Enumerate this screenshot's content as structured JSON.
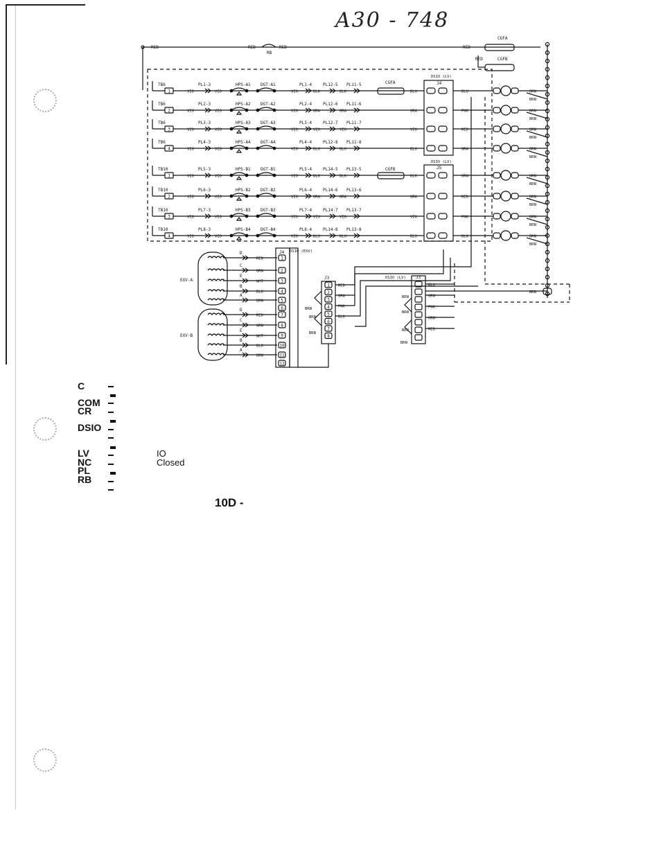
{
  "doc": {
    "handwritten_ref": "A30 - 748",
    "caption_prefix": "10D -"
  },
  "diagram": {
    "top_labels": {
      "cgfa": "CGFA",
      "cgfb": "CGFB",
      "rb": "RB",
      "red_left": "RED",
      "red_mid1": "RED",
      "red_mid2": "RED",
      "red_right": "RED"
    },
    "dsio_lv_label": "DSIO (LV)",
    "dsio_lv_label2": "DSIO (LV)",
    "dsio_exv_label": "DSIO (EXV)",
    "dsio_lv_label3": "DSIO (LV)",
    "j4": "J4",
    "j5": "J5",
    "j3": "J3",
    "j3b": "J3",
    "j4b": "J4",
    "cgfa_inline": "CGFA",
    "cgfb_inline": "CGFB",
    "rows": [
      {
        "tb": "TB6",
        "n": "1",
        "pl_a": "PL1-3",
        "hps": "HPS-A1",
        "dgt": "DGT-A1",
        "pl_b": "PL1-4",
        "pl_c": "PL12-5",
        "pl_d": "PL11-5",
        "w1": "VIO",
        "w2": "VIO",
        "w3": "BLK",
        "w4": "BLK",
        "right": "BLU",
        "out": "BLU"
      },
      {
        "tb": "TB6",
        "n": "2",
        "pl_a": "PL2-3",
        "hps": "HPS-A2",
        "dgt": "DGT-A2",
        "pl_b": "PL2-4",
        "pl_c": "PL12-6",
        "pl_d": "PL11-6",
        "w1": "VIO",
        "w2": "VIO",
        "w3": "GRA",
        "w4": "GRA",
        "right": "GRA",
        "out": "PNK"
      },
      {
        "tb": "TB6",
        "n": "3",
        "pl_a": "PL3-3",
        "hps": "HPS-A3",
        "dgt": "DGT-A3",
        "pl_b": "PL3-4",
        "pl_c": "PL12-7",
        "pl_d": "PL11-7",
        "w1": "VIO",
        "w2": "VIO",
        "w3": "VIO",
        "w4": "VIO",
        "right": "VIO",
        "out": "RED"
      },
      {
        "tb": "TB6",
        "n": "4",
        "pl_a": "PL4-3",
        "hps": "HPS-A4",
        "dgt": "DGT-A4",
        "pl_b": "PL4-4",
        "pl_c": "PL12-8",
        "pl_d": "PL11-8",
        "w1": "VIO",
        "w2": "VIO",
        "w3": "BLU",
        "w4": "BLU",
        "right": "BLU",
        "out": "GRA"
      },
      {
        "tb": "TB10",
        "n": "1",
        "pl_a": "PL5-3",
        "hps": "HPS-B1",
        "dgt": "DGT-B1",
        "pl_b": "PL5-4",
        "pl_c": "PL14-5",
        "pl_d": "PL13-5",
        "w1": "VIO",
        "w2": "VIO",
        "w3": "BLK",
        "w4": "BLK",
        "right": "BLK",
        "out": "ORN"
      },
      {
        "tb": "TB10",
        "n": "2",
        "pl_a": "PL6-3",
        "hps": "HPS-B2",
        "dgt": "DGT-B2",
        "pl_b": "PL6-4",
        "pl_c": "PL14-6",
        "pl_d": "PL13-6",
        "w1": "VIO",
        "w2": "VIO",
        "w3": "GRA",
        "w4": "GRA",
        "right": "GRA",
        "out": "RED"
      },
      {
        "tb": "TB10",
        "n": "3",
        "pl_a": "PL7-3",
        "hps": "HPS-B3",
        "dgt": "DGT-B3",
        "pl_b": "PL7-4",
        "pl_c": "PL14-7",
        "pl_d": "PL13-7",
        "w1": "VIO",
        "w2": "VIO",
        "w3": "VIO",
        "w4": "VIO",
        "right": "VIO",
        "out": "PNK"
      },
      {
        "tb": "TB10",
        "n": "4",
        "pl_a": "PL8-3",
        "hps": "HPS-B4",
        "dgt": "DGT-B4",
        "pl_b": "PL8-4",
        "pl_c": "PL14-8",
        "pl_d": "PL13-8",
        "w1": "VIO",
        "w2": "VIO",
        "w3": "BLU",
        "w4": "BLU",
        "right": "BLU",
        "out": "BLK"
      }
    ],
    "exv": {
      "a_label": "EXV-A",
      "b_label": "EXV-B",
      "wires": [
        {
          "letter": "D",
          "color": "RED",
          "pin": "1"
        },
        {
          "letter": "C",
          "color": "GRN",
          "pin": "2"
        },
        {
          "letter": "E",
          "color": "WHT",
          "pin": "3"
        },
        {
          "letter": "B",
          "color": "BLK",
          "pin": "4"
        },
        {
          "letter": "A",
          "color": "BRN",
          "pin": "5"
        }
      ],
      "wires_b": [
        {
          "letter": "D",
          "color": "RED",
          "pin": "7"
        },
        {
          "letter": "C",
          "color": "GRN",
          "pin": "8"
        },
        {
          "letter": "E",
          "color": "WHT",
          "pin": "9"
        },
        {
          "letter": "B",
          "color": "BLK",
          "pin": "10"
        },
        {
          "letter": "A",
          "color": "BRN",
          "pin": "11"
        }
      ],
      "extra_pins": [
        "6",
        "12"
      ],
      "j3_wires": [
        "RED",
        "GRA",
        "PNK",
        "BLK"
      ],
      "j3_pins": [
        "1",
        "2",
        "3",
        "4",
        "5",
        "6",
        "7",
        "8"
      ],
      "brn": "BRN",
      "lv_j3_wires": [
        "BLU",
        "GRN",
        "PNK",
        "ORN",
        "RED"
      ]
    },
    "right_col": {
      "wire": "BRN"
    }
  },
  "legend": {
    "items": [
      {
        "key": "C",
        "desc": ""
      },
      {
        "key": "COM",
        "desc": ""
      },
      {
        "key": "CR",
        "desc": ""
      },
      {
        "key": "DSIO",
        "desc": ""
      },
      {
        "key": "LV",
        "desc": "IO"
      },
      {
        "key": "NC",
        "desc": "Closed"
      },
      {
        "key": "PL",
        "desc": ""
      },
      {
        "key": "RB",
        "desc": ""
      }
    ]
  }
}
